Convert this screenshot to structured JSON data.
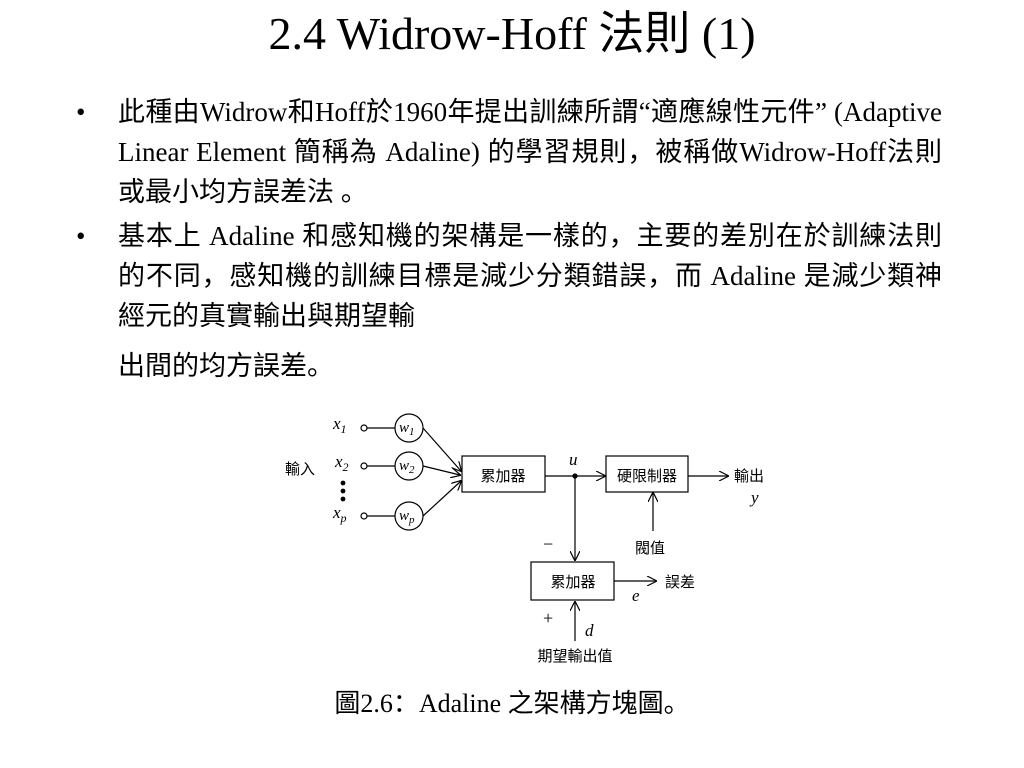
{
  "title": "2.4  Widrow-Hoff 法則 (1)",
  "bullets": [
    {
      "text": "此種由Widrow和Hoff於1960年提出訓練所謂“適應線性元件” (Adaptive Linear Element 簡稱為 Adaline) 的學習規則，被稱做Widrow-Hoff法則或最小均方誤差法 。"
    },
    {
      "text": "基本上 Adaline 和感知機的架構是一樣的，主要的差別在於訓練法則的不同，感知機的訓練目標是減少分類錯誤，而 Adaline 是減少類神經元的真實輸出與期望輸",
      "last_line": "出間的均方誤差。"
    }
  ],
  "diagram": {
    "input_label": "輸入",
    "inputs": [
      "x",
      "x",
      "x"
    ],
    "input_subscripts": [
      "1",
      "2",
      "p"
    ],
    "weights": [
      "w",
      "w",
      "w"
    ],
    "weight_subscripts": [
      "1",
      "2",
      "p"
    ],
    "adder1": "累加器",
    "u_label": "u",
    "hard_limiter": "硬限制器",
    "output_label": "輸出",
    "y_label": "y",
    "threshold_label": "閥值",
    "minus": "−",
    "plus": "+",
    "adder2": "累加器",
    "error_label": "誤差",
    "e_label": "e",
    "d_label": "d",
    "desired_label": "期望輸出值"
  },
  "caption": "圖2.6：Adaline 之架構方塊圖。"
}
